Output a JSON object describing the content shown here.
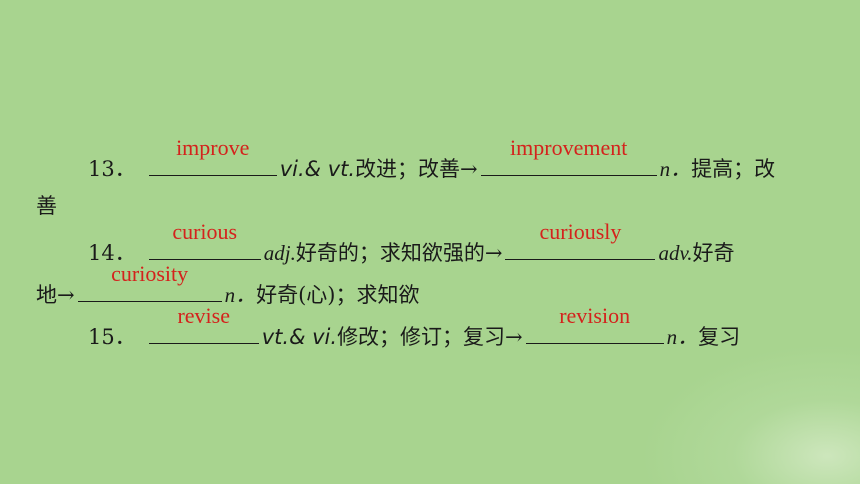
{
  "items": [
    {
      "num": "13．",
      "answer1": "improve",
      "pos1": "vi.& vt.",
      "meaning1": "改进；改善→",
      "answer2": "improvement",
      "pos2": "n．",
      "meaning2a": "提高；改",
      "meaning2b": "善"
    },
    {
      "num": "14．",
      "answer1": "curious",
      "pos1": "adj.",
      "meaning1": "好奇的；求知欲强的→",
      "answer2": "curiously",
      "pos2": "adv.",
      "meaning2a": "好奇",
      "meaning2b": "地→",
      "answer3": "curiosity",
      "pos3": "n．",
      "meaning3": "好奇(心)；求知欲"
    },
    {
      "num": "15．",
      "answer1": "revise",
      "pos1": "vt.& vi.",
      "meaning1": "修改；修订；复习→",
      "answer2": "revision",
      "pos2": "n．",
      "meaning2": "复习"
    }
  ]
}
